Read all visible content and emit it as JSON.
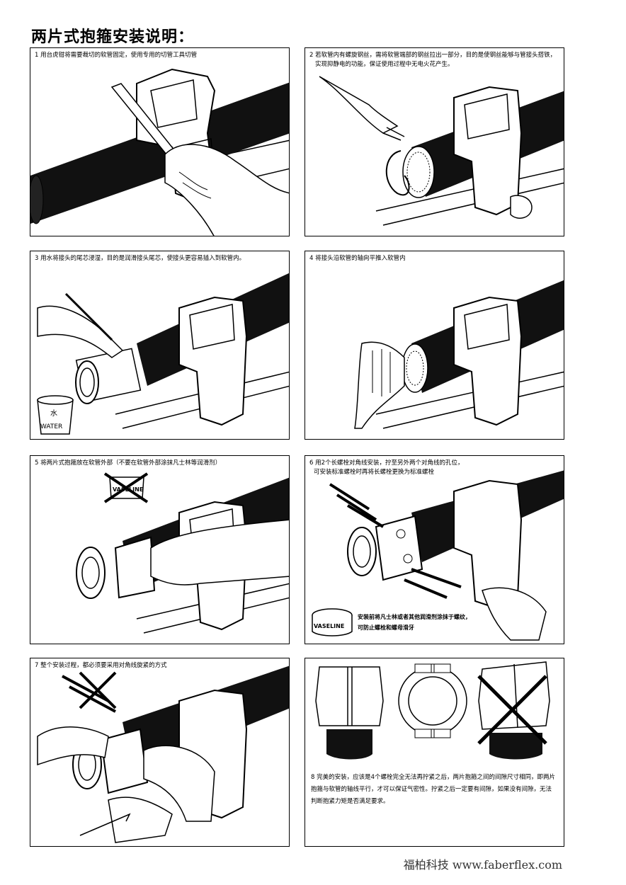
{
  "page": {
    "title": "两片式抱箍安装说明："
  },
  "steps": [
    {
      "caption": "1 用台虎钳将需要裁切的软管固定，使用专用的切管工具切管"
    },
    {
      "caption": "2 若软管内有螺旋钢丝，需将软管端部的钢丝拉出一部分，目的是使钢丝能够与管接头搭铁，实现抑静电的功能，保证使用过程中无电火花产生。"
    },
    {
      "caption": "3 用水将接头的尾芯浸湿，目的是润滑接头尾芯，使接头更容易插入到软管内。",
      "bucket_label_1": "水",
      "bucket_label_2": "WATER"
    },
    {
      "caption": "4 将接头沿软管的轴向平推入软管内"
    },
    {
      "caption": "5 将两片式抱箍放在软管外部（不要在软管外部涂抹凡士林等润滑剂）",
      "jar_label": "VASELINE"
    },
    {
      "caption_1": "6 用2个长螺栓对角线安装，拧至另外两个对角线的孔位，",
      "caption_2": "可安装标准螺栓时再将长螺栓更换为标准螺栓",
      "note_1": "安装前将凡士林或者其他润滑剂涂抹于螺纹，",
      "note_2": "可防止螺栓和螺母滑牙",
      "jar_label": "VASELINE"
    },
    {
      "caption": "7 整个安装过程，都必须要采用对角线旋紧的方式"
    },
    {
      "caption": "8 完美的安装，应该是4个螺栓完全无法再拧紧之后，两片抱箍之间的间隙尺寸相同，即两片抱箍与软管的轴线平行，才可以保证气密性。拧紧之后一定要有间隙，如果没有间隙，无法判断抱紧力矩是否满足要求。"
    }
  ],
  "footer": {
    "text": "福柏科技  www.faberflex.com"
  }
}
